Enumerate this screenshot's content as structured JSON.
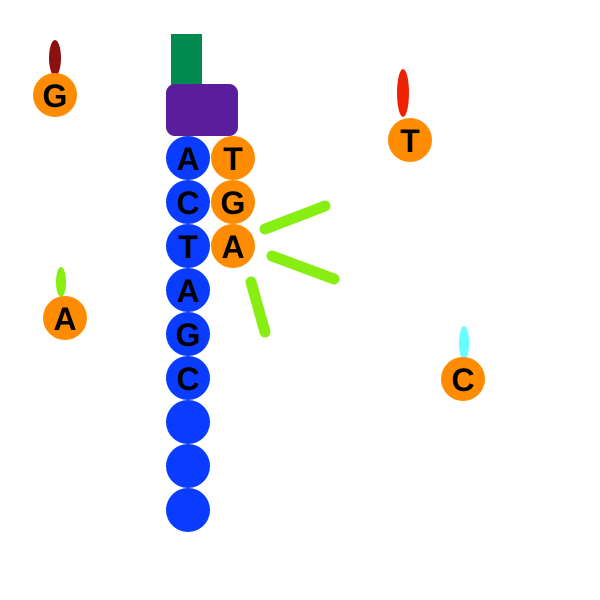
{
  "colors": {
    "background": "#ffffff",
    "template_strand": "#0a3cff",
    "new_nucleotide": "#ff8c00",
    "polymerase": "#5a1e9c",
    "primer_stem": "#008a50",
    "activity_rays": "#88ee11",
    "tag_G": "#8b1010",
    "tag_T": "#ee2200",
    "tag_A": "#88ee11",
    "tag_C": "#66ffff"
  },
  "template_strand": {
    "bases": [
      "A",
      "C",
      "T",
      "A",
      "G",
      "C",
      "",
      "",
      ""
    ]
  },
  "synthesized_strand": {
    "bases": [
      "T",
      "G",
      "A"
    ]
  },
  "free_nucleotides": [
    {
      "base": "G",
      "tag_color": "#8b1010"
    },
    {
      "base": "T",
      "tag_color": "#ee2200"
    },
    {
      "base": "A",
      "tag_color": "#88ee11"
    },
    {
      "base": "C",
      "tag_color": "#66ffff"
    }
  ]
}
